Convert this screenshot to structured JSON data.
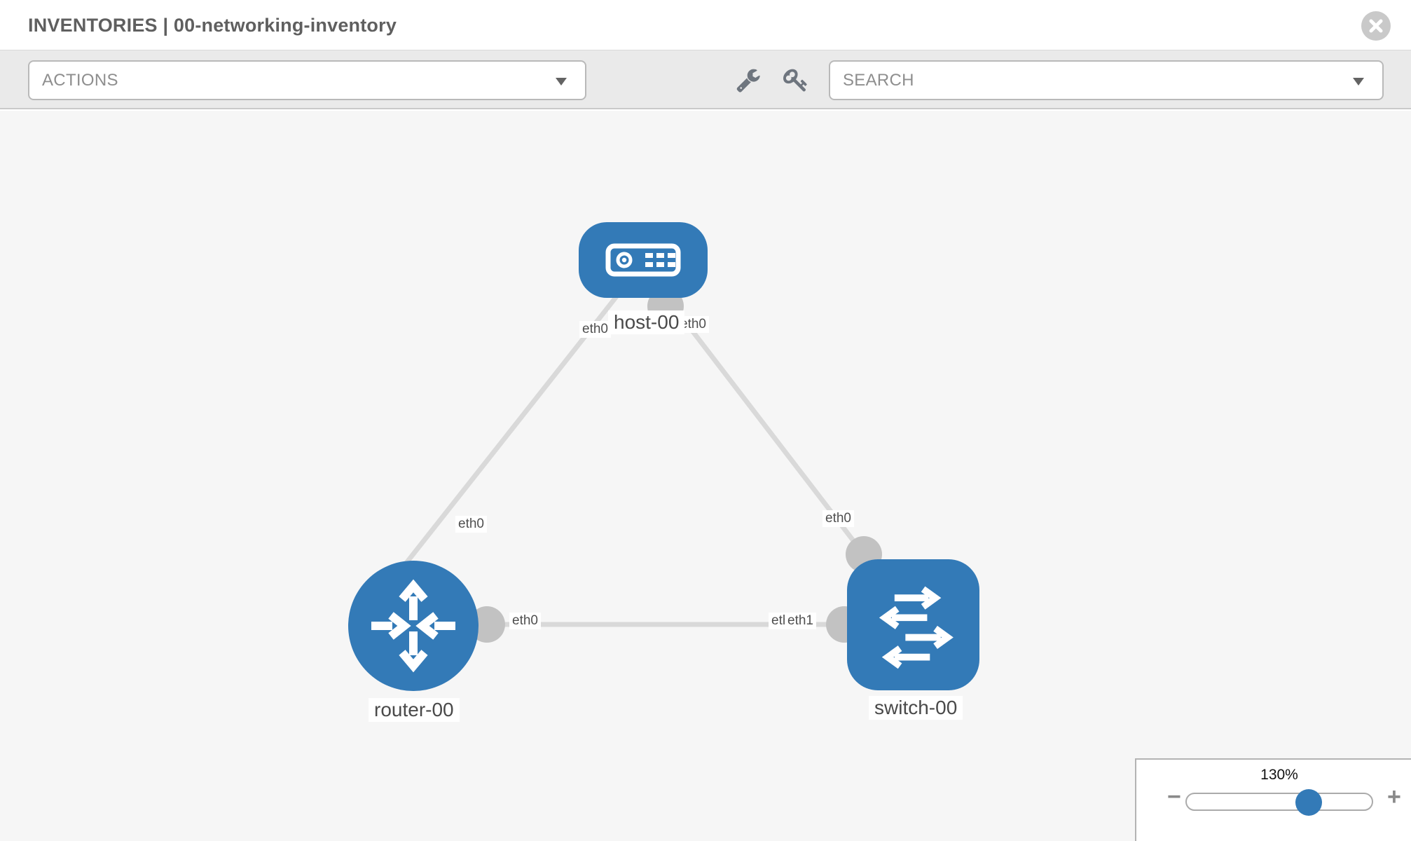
{
  "header": {
    "title": "INVENTORIES | 00-networking-inventory"
  },
  "toolbar": {
    "actions_label": "ACTIONS",
    "search_label": "SEARCH",
    "icons": [
      "wrench-icon",
      "key-icon"
    ]
  },
  "zoom_panel": {
    "level": "130%",
    "minus_label": "−",
    "plus_label": "+"
  },
  "colors": {
    "node_blue": "#337ab7",
    "link_gray": "#d9d9d9",
    "connector_gray": "#c2c2c2",
    "canvas_bg": "#f6f6f6",
    "toolbar_bg": "#eaeaea"
  },
  "topology": {
    "nodes": [
      {
        "id": "host-00",
        "type": "host",
        "label": "host-00"
      },
      {
        "id": "router-00",
        "type": "router",
        "label": "router-00"
      },
      {
        "id": "switch-00",
        "type": "switch",
        "label": "switch-00"
      }
    ],
    "links": [
      {
        "from": "host-00",
        "to": "router-00"
      },
      {
        "from": "host-00",
        "to": "switch-00"
      },
      {
        "from": "router-00",
        "to": "switch-00"
      }
    ],
    "interface_labels": {
      "host_to_router": "eth0",
      "host_to_switch": "eth0",
      "router_to_host": "eth0",
      "switch_to_host": "eth0",
      "router_to_switch": "eth0",
      "switch_to_router_rear": "eth0",
      "switch_to_router_front": "eth1"
    }
  }
}
